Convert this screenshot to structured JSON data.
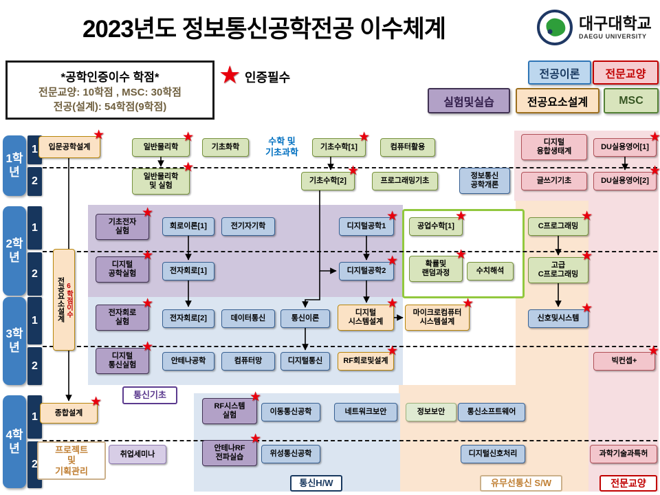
{
  "header": {
    "title": "2023년도 정보통신공학전공 이수체계",
    "logo": {
      "university": "대구대학교",
      "university_en": "DAEGU UNIVERSITY"
    }
  },
  "cert_box": {
    "title": "*공학인증이수 학점*",
    "line1": "전문교양: 10학점 , MSC: 30학점",
    "line2": "전공(설계): 54학점(9학점)"
  },
  "star_legend": {
    "label": "인증필수"
  },
  "icons": {
    "required_star": "★"
  },
  "legend": {
    "major_theory": {
      "label": "전공이론",
      "color": "#bdd7ee"
    },
    "liberal_arts": {
      "label": "전문교양",
      "color": "#f6ccd0"
    },
    "lab_practice": {
      "label": "실험및실습",
      "color": "#b2a1c7"
    },
    "design": {
      "label": "전공요소설계",
      "color": "#fbe2c5"
    },
    "msc": {
      "label": "MSC",
      "color": "#d8e4bc"
    }
  },
  "grade_rail": {
    "y1": {
      "label": "1학\n년",
      "s1": "1",
      "s2": "2"
    },
    "y2": {
      "label": "2학\n년",
      "s1": "1",
      "s2": "2"
    },
    "y3": {
      "label": "3학\n년",
      "s1": "1",
      "s2": "2"
    },
    "y4": {
      "label": "4학\n년",
      "s1": "1",
      "s2": "2"
    }
  },
  "courses": {
    "intro_eng_design": "입문공학설계",
    "general_physics": "일반물리학",
    "basic_chemistry": "기초화학",
    "math_basic_science": "수학 및\n기초과학",
    "basic_math1": "기초수학[1]",
    "computer_literacy": "컴퓨터활용",
    "digital_convergence": "디지털\n융합생태계",
    "du_english1": "DU실용영어[1]",
    "physics_lab": "일반물리학\n및 실험",
    "basic_math2": "기초수학[2]",
    "programming_basics": "프로그래밍기초",
    "ict_intro": "정보통신\n공학개론",
    "basic_writing": "글쓰기기초",
    "du_english2": "DU실용영어[2]",
    "basic_electronics_lab": "기초전자\n실험",
    "circuit_theory1": "회로이론[1]",
    "electromagnetics": "전기자기학",
    "digital_logic1": "디지털공학1",
    "engineering_math1": "공업수학[1]",
    "c_programming": "C프로그래밍",
    "design_track_vertical": "전공요소설계",
    "design_track_credits": "6학점이수",
    "digital_logic_lab": "디지털\n공학실험",
    "electronic_circuits1": "전자회로[1]",
    "digital_logic2": "디지털공학2",
    "probability_random": "확률및\n랜덤과정",
    "numerical_analysis": "수치해석",
    "advanced_c": "고급\nC프로그래밍",
    "electronic_circuits_lab": "전자회로\n실험",
    "electronic_circuits2": "전자회로[2]",
    "data_communication": "데이터통신",
    "communication_theory": "통신이론",
    "digital_system_design": "디지털\n시스템설계",
    "microcomputer_design": "마이크로컴퓨터\n시스템설계",
    "signals_systems": "신호및시스템",
    "digital_comm_lab": "디지털\n통신실험",
    "antenna_engineering": "안테나공학",
    "computer_networks": "컴퓨터망",
    "digital_communication": "디지털통신",
    "rf_circuit_design": "RF회로및설계",
    "big_concept_plus": "빅컨셉+",
    "capstone_design": "종합설계",
    "comm_basics_tag": "통신기초",
    "rf_system_lab": "RF시스템\n실험",
    "mobile_comm_eng": "이동통신공학",
    "network_security": "네트워크보안",
    "information_security": "정보보안",
    "comm_software": "통신소프트웨어",
    "project_planning": "프로젝트\n및\n기획관리",
    "career_seminar": "취업세미나",
    "antenna_rf_practice": "안테나RF\n전파실습",
    "satellite_comm": "위성통신공학",
    "digital_signal_processing": "디지털신호처리",
    "science_tech_patent": "과학기술과특허"
  },
  "footer_tags": {
    "comm_hw": "통신H/W",
    "wireless_sw": "유무선통신 S/W",
    "liberal_arts": "전문교양"
  }
}
